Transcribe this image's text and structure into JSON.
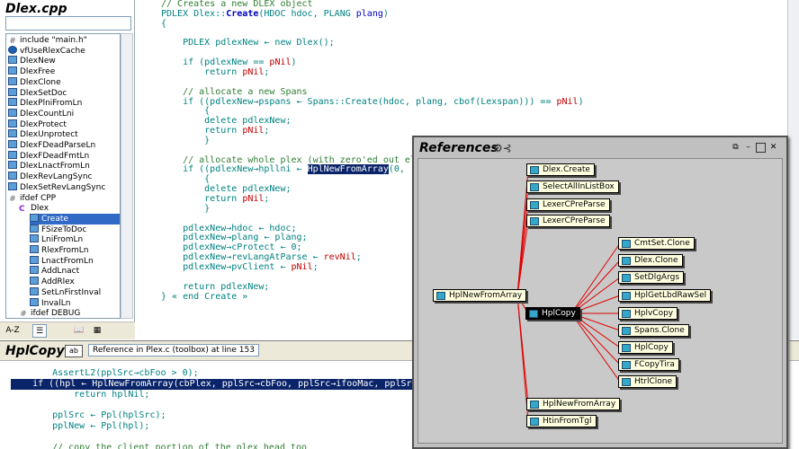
{
  "left_panel": {
    "file_title": "Dlex.cpp",
    "filter_value": "",
    "tree": [
      {
        "label": "include \"main.h\"",
        "icon": "hash",
        "indent": 0
      },
      {
        "label": "vfUseRlexCache",
        "icon": "dot",
        "indent": 0
      },
      {
        "label": "DlexNew",
        "icon": "fn",
        "indent": 0
      },
      {
        "label": "DlexFree",
        "icon": "fn",
        "indent": 0
      },
      {
        "label": "DlexClone",
        "icon": "fn",
        "indent": 0
      },
      {
        "label": "DlexSetDoc",
        "icon": "fn",
        "indent": 0
      },
      {
        "label": "DlexPlniFromLn",
        "icon": "fn",
        "indent": 0
      },
      {
        "label": "DlexCountLni",
        "icon": "fn",
        "indent": 0
      },
      {
        "label": "DlexProtect",
        "icon": "fn",
        "indent": 0
      },
      {
        "label": "DlexUnprotect",
        "icon": "fn",
        "indent": 0
      },
      {
        "label": "DlexFDeadParseLn",
        "icon": "fn",
        "indent": 0
      },
      {
        "label": "DlexFDeadFmtLn",
        "icon": "fn",
        "indent": 0
      },
      {
        "label": "DlexLnactFromLn",
        "icon": "fn",
        "indent": 0
      },
      {
        "label": "DlexRevLangSync",
        "icon": "fn",
        "indent": 0
      },
      {
        "label": "DlexSetRevLangSync",
        "icon": "fn",
        "indent": 0
      },
      {
        "label": "ifdef CPP",
        "icon": "hash",
        "indent": 0
      },
      {
        "label": "Dlex",
        "icon": "cls",
        "indent": 1
      },
      {
        "label": "Create",
        "icon": "fn",
        "indent": 2,
        "selected": true
      },
      {
        "label": "FSizeToDoc",
        "icon": "fn",
        "indent": 2
      },
      {
        "label": "LniFromLn",
        "icon": "fn",
        "indent": 2
      },
      {
        "label": "RlexFromLn",
        "icon": "fn",
        "indent": 2
      },
      {
        "label": "LnactFromLn",
        "icon": "fn",
        "indent": 2
      },
      {
        "label": "AddLnact",
        "icon": "fn",
        "indent": 2
      },
      {
        "label": "AddRlex",
        "icon": "fn",
        "indent": 2
      },
      {
        "label": "SetLnFirstInval",
        "icon": "fn",
        "indent": 2
      },
      {
        "label": "InvalLn",
        "icon": "fn",
        "indent": 2
      },
      {
        "label": "ifdef DEBUG",
        "icon": "hash",
        "indent": 1
      }
    ],
    "toolbar": {
      "sort_label": "A-Z",
      "btn2": "☰",
      "btn3": "📖",
      "btn4": "▦"
    }
  },
  "editor": {
    "lines": [
      [
        {
          "t": "// Creates a new DLEX object",
          "c": "c-comment"
        }
      ],
      [
        {
          "t": "PDLEX Dlex::",
          "c": "c-teal"
        },
        {
          "t": "Create",
          "c": "c-blue c-bold"
        },
        {
          "t": "(HDOC ",
          "c": "c-teal"
        },
        {
          "t": "hdoc",
          "c": "c-teal"
        },
        {
          "t": ", PLANG ",
          "c": "c-teal"
        },
        {
          "t": "plang",
          "c": "c-blue"
        },
        {
          "t": ")",
          "c": "c-teal"
        }
      ],
      [
        {
          "t": "{",
          "c": "c-teal"
        }
      ],
      [
        {
          "t": "",
          "c": ""
        }
      ],
      [
        {
          "t": "    PDLEX pdlexNew ← new Dlex();",
          "c": "c-teal"
        }
      ],
      [
        {
          "t": "",
          "c": ""
        }
      ],
      [
        {
          "t": "    if (pdlexNew == ",
          "c": "c-teal"
        },
        {
          "t": "pNil",
          "c": "c-red"
        },
        {
          "t": ")",
          "c": "c-teal"
        }
      ],
      [
        {
          "t": "        return ",
          "c": "c-teal"
        },
        {
          "t": "pNil",
          "c": "c-red"
        },
        {
          "t": ";",
          "c": "c-teal"
        }
      ],
      [
        {
          "t": "",
          "c": ""
        }
      ],
      [
        {
          "t": "    // allocate a new Spans",
          "c": "c-comment"
        }
      ],
      [
        {
          "t": "    if ((pdlexNew→pspans ← Spans::Create(hdoc, plang, cbof(Lexspan))) == ",
          "c": "c-teal"
        },
        {
          "t": "pNil",
          "c": "c-red"
        },
        {
          "t": ")",
          "c": "c-teal"
        }
      ],
      [
        {
          "t": "        {",
          "c": "c-teal"
        }
      ],
      [
        {
          "t": "        delete pdlexNew;",
          "c": "c-teal"
        }
      ],
      [
        {
          "t": "        return ",
          "c": "c-teal"
        },
        {
          "t": "pNil",
          "c": "c-red"
        },
        {
          "t": ";",
          "c": "c-teal"
        }
      ],
      [
        {
          "t": "        }",
          "c": "c-teal"
        }
      ],
      [
        {
          "t": "",
          "c": ""
        }
      ],
      [
        {
          "t": "    // allocate whole plex (with zero'ed out ele",
          "c": "c-comment"
        }
      ],
      [
        {
          "t": "    if ((pdlexNew→hpllni ← ",
          "c": "c-teal"
        },
        {
          "t": "HplNewFromArray",
          "c": "c-sel"
        },
        {
          "t": "(0,",
          "c": "c-teal"
        }
      ],
      [
        {
          "t": "        {",
          "c": "c-teal"
        }
      ],
      [
        {
          "t": "        delete pdlexNew;",
          "c": "c-teal"
        }
      ],
      [
        {
          "t": "        return ",
          "c": "c-teal"
        },
        {
          "t": "pNil",
          "c": "c-red"
        },
        {
          "t": ";",
          "c": "c-teal"
        }
      ],
      [
        {
          "t": "        }",
          "c": "c-teal"
        }
      ],
      [
        {
          "t": "",
          "c": ""
        }
      ],
      [
        {
          "t": "    pdlexNew→hdoc ← hdoc;",
          "c": "c-teal"
        }
      ],
      [
        {
          "t": "    pdlexNew→plang ← plang;",
          "c": "c-teal"
        }
      ],
      [
        {
          "t": "    pdlexNew→cProtect ← 0;",
          "c": "c-teal"
        }
      ],
      [
        {
          "t": "    pdlexNew→revLangAtParse ← ",
          "c": "c-teal"
        },
        {
          "t": "revNil",
          "c": "c-red"
        },
        {
          "t": ";",
          "c": "c-teal"
        }
      ],
      [
        {
          "t": "    pdlexNew→pvClient ← ",
          "c": "c-teal"
        },
        {
          "t": "pNil",
          "c": "c-red"
        },
        {
          "t": ";",
          "c": "c-teal"
        }
      ],
      [
        {
          "t": "",
          "c": ""
        }
      ],
      [
        {
          "t": "    return pdlexNew;",
          "c": "c-teal"
        }
      ],
      [
        {
          "t": "} « end Create »",
          "c": "c-teal"
        }
      ]
    ]
  },
  "bottom": {
    "title": "HplCopy",
    "ref_text": "Reference in Plex.c (toolbox) at line 153",
    "lines": [
      {
        "text": "    AssertL2(pplSrc→cbFoo > 0);",
        "cls": "c-teal",
        "hl": false
      },
      {
        "text": "    if ((hpl ← HplNewFromArray(cbPlex, pplSrc→cbFoo, pplSrc→ifooMac, pplSrc→",
        "cls": "",
        "hl": true
      },
      {
        "text": "        return hplNil;",
        "cls": "c-teal",
        "hl": false
      },
      {
        "text": "",
        "cls": "",
        "hl": false
      },
      {
        "text": "    pplSrc ← Ppl(hplSrc);",
        "cls": "c-teal",
        "hl": false
      },
      {
        "text": "    pplNew ← Ppl(hpl);",
        "cls": "c-teal",
        "hl": false
      },
      {
        "text": "",
        "cls": "",
        "hl": false
      },
      {
        "text": "    // copy the client portion of the plex head too",
        "cls": "c-comment",
        "hl": false
      }
    ]
  },
  "references": {
    "title": "References",
    "center": "HplCopy",
    "root": "HplNewFromArray",
    "left_callers": [
      "Dlex.Create",
      "SelectAllInListBox",
      "LexerCPreParse",
      "LexerCPreParse",
      "HplNewFromArray",
      "HtinFromTgl"
    ],
    "right_callers": [
      "CmtSet.Clone",
      "Dlex.Clone",
      "SetDlgArgs",
      "HplGetLbdRawSel",
      "HplvCopy",
      "Spans.Clone",
      "HplCopy",
      "FCopyTira",
      "HtrlClone"
    ],
    "line_color": "#e00000"
  }
}
